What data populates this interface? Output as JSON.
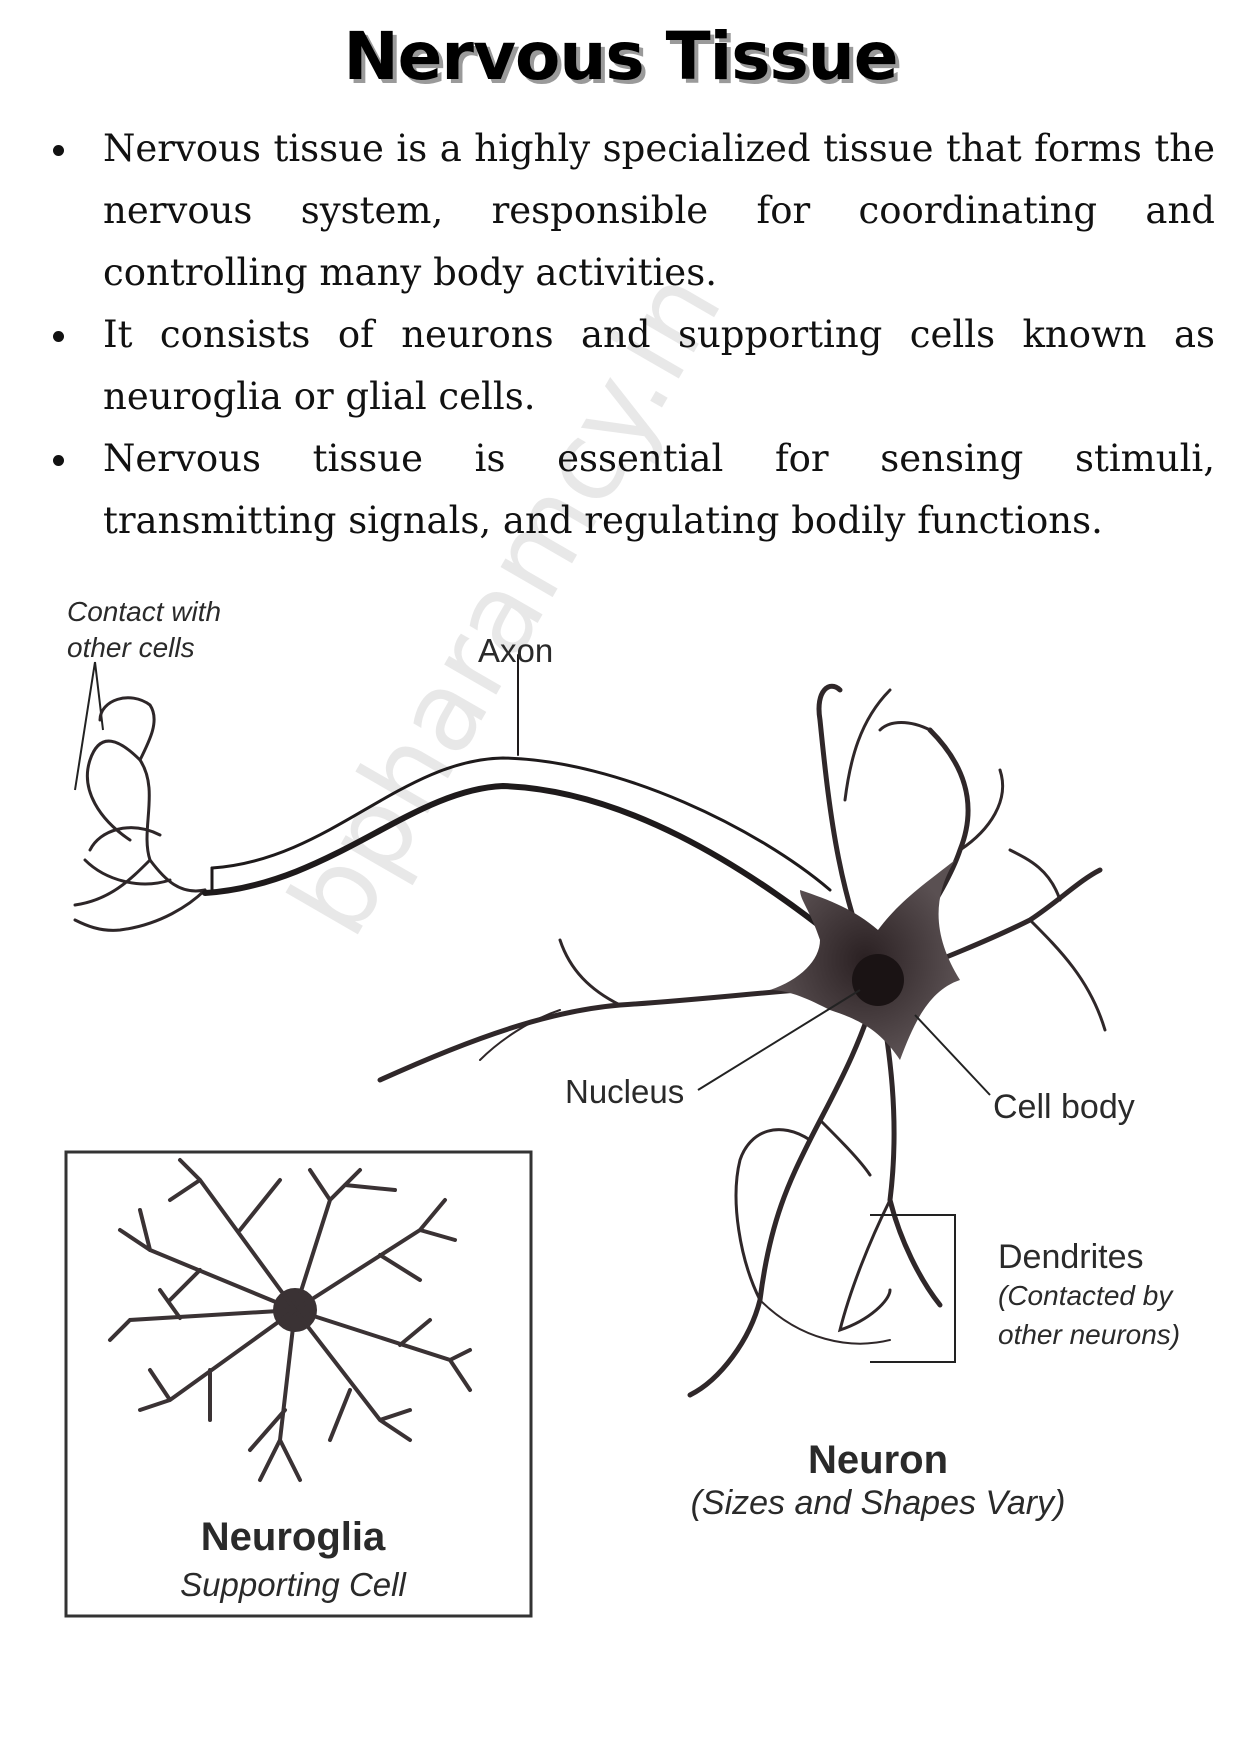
{
  "title": "Nervous Tissue",
  "bullets": [
    "Nervous tissue is a highly specialized tissue that forms the nervous system, responsible for coordinating and controlling many body activities.",
    "It consists of neurons and supporting cells known as neuroglia or glial cells.",
    "Nervous tissue is essential for sensing stimuli, transmitting signals, and regulating bodily functions."
  ],
  "diagram": {
    "contact_line1": "Contact with",
    "contact_line2": "other cells",
    "axon": "Axon",
    "nucleus": "Nucleus",
    "cell_body": "Cell body",
    "dendrites": "Dendrites",
    "dendrites_note1": "(Contacted by",
    "dendrites_note2": "other neurons)",
    "neuron_title": "Neuron",
    "neuron_subtitle": "(Sizes and Shapes Vary)",
    "neuroglia_title": "Neuroglia",
    "neuroglia_subtitle": "Supporting Cell"
  },
  "watermark": "bpharamcy.in"
}
